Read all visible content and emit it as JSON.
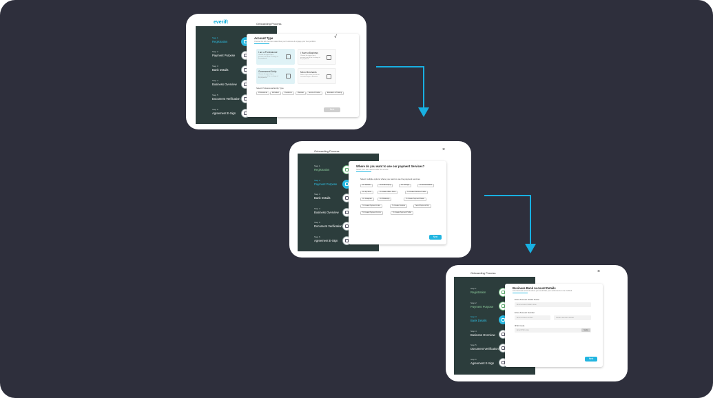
{
  "steps": [
    {
      "num": "Step 1",
      "label": "Registration"
    },
    {
      "num": "Step 2",
      "label": "Payment Purpose"
    },
    {
      "num": "Step 3",
      "label": "Bank Details"
    },
    {
      "num": "Step 4",
      "label": "Business Overview"
    },
    {
      "num": "Step 5",
      "label": "Document Verification"
    },
    {
      "num": "Step 6",
      "label": "Agreement E-Sign"
    }
  ],
  "window1": {
    "logo_a": "ever",
    "logo_b": "ift",
    "title": "Onboarding Process",
    "panel_title": "Account Type",
    "panel_sub": "Choose the tab that best describes your business & engage your bus portfolio",
    "options": [
      {
        "title": "I am a Professional",
        "desc": "Choose the type of your account, we will be in charge of the payments",
        "selected": true
      },
      {
        "title": "I Have a Business",
        "desc": "Choose the type of your account, we will be in charge of the payments",
        "selected": false
      },
      {
        "title": "Government Entity",
        "desc": "Choose the type of your account, we will be in charge of the payments",
        "selected": true
      },
      {
        "title": "Micro Merchants",
        "desc": "Select if you make your life on rent with shops or business",
        "selected": false
      }
    ],
    "select_label": "Select Professional Entity Type",
    "chips": [
      "Professional",
      "Individual",
      "Freelancer",
      "Musician",
      "Service Provider",
      "Education & Training"
    ],
    "next": "Next"
  },
  "window2": {
    "title": "Onboarding Process",
    "close": "×",
    "panel_title": "Where do you want to use our payment Services?",
    "panel_sub": "Select your use case to tailor the service",
    "select_label": "Select multiple options where you want to use the payment services",
    "chips": [
      "On Website",
      "On Android App",
      "On iOS App",
      "On Administration",
      "On My Store",
      "To Create Offline Store",
      "To Create Brochure Profile",
      "On Instagram",
      "On WhatsApp",
      "To Create Payment Button",
      "To Create Payment Links",
      "To Create Invoices",
      "Send Payment Slip",
      "To Create Payment Forms",
      "To Create Payment Profile"
    ],
    "next": "Next"
  },
  "window3": {
    "title": "Onboarding Process",
    "close": "×",
    "panel_title": "Business Bank Account Details",
    "panel_sub": "Link the bank account where you would like your settlements to be credited",
    "holder_label": "Enter Account Holder Name",
    "holder_placeholder": "Enter account holder name",
    "number_label": "Enter Account Number",
    "number_placeholder": "Enter account number",
    "confirm_placeholder": "Confirm account number",
    "ifsc_label": "IFSC Code",
    "ifsc_placeholder": "Enter IFSC code",
    "ifsc_button": "Verify",
    "next": "Next"
  }
}
